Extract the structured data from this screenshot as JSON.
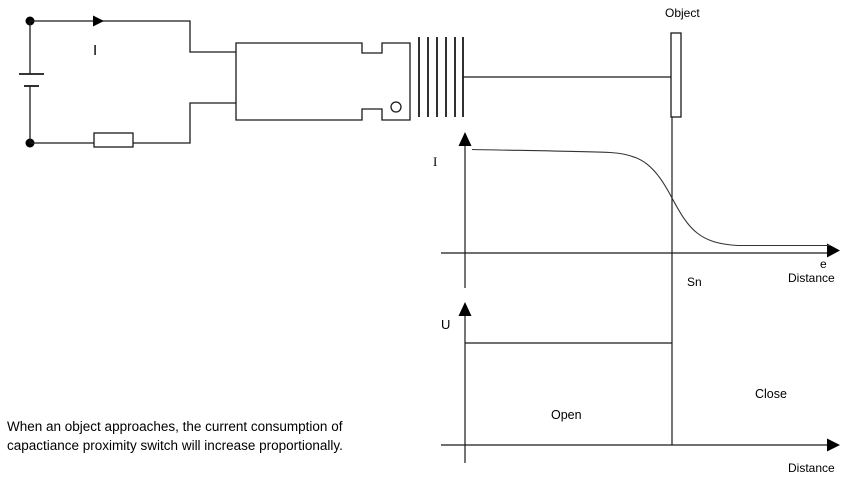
{
  "colors": {
    "line": "#000000",
    "curve": "#333333",
    "background": "#ffffff"
  },
  "circuit": {
    "current_label": "I"
  },
  "object": {
    "label": "Object"
  },
  "graph_current": {
    "y_axis_label": "I",
    "threshold_label": "Sn",
    "x_axis_sublabel": "e",
    "x_axis_label": "Distance"
  },
  "graph_output": {
    "y_axis_label": "U",
    "open_label": "Open",
    "close_label": "Close",
    "x_axis_label": "Distance"
  },
  "caption": {
    "line1": "When an object approaches, the current consumption of",
    "line2": "capactiance proximity switch will increase proportionally."
  },
  "chart_data": [
    {
      "type": "line",
      "name": "current-vs-distance",
      "title": "",
      "ylabel": "I",
      "xlabel": "Distance",
      "annotations": [
        "e",
        "Sn"
      ],
      "x_normalized": [
        0.0,
        0.38,
        0.55,
        0.74,
        1.0
      ],
      "y_normalized": [
        1.0,
        1.0,
        0.55,
        0.0,
        0.0
      ],
      "description": "Current stays high while the object is near, drops sigmoidally around the rated sensing distance Sn, then stays low as distance increases",
      "grid": false,
      "legend": false
    },
    {
      "type": "step",
      "name": "output-vs-distance",
      "title": "",
      "ylabel": "U",
      "xlabel": "Distance",
      "threshold": "Sn",
      "regions": [
        {
          "label": "Open",
          "level": "high",
          "range": "0 to Sn"
        },
        {
          "label": "Close",
          "level": "low",
          "range": "beyond Sn"
        }
      ],
      "grid": false,
      "legend": false
    }
  ]
}
